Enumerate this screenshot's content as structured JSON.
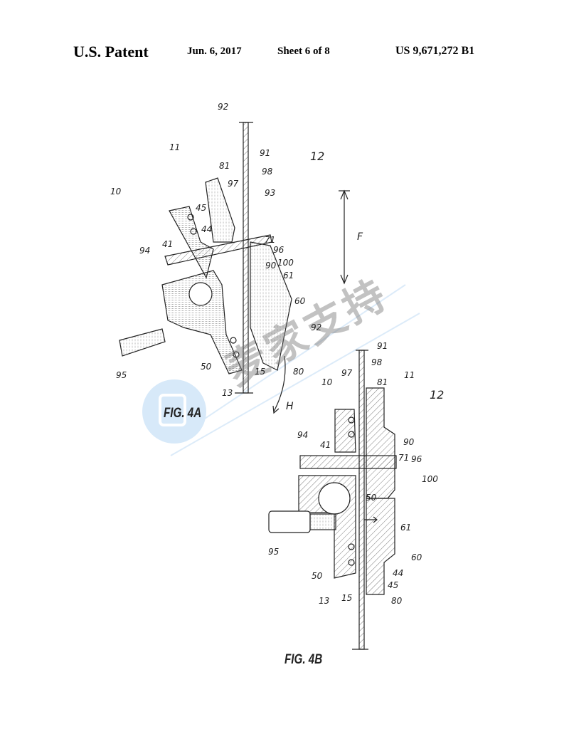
{
  "header": {
    "title": "U.S. Patent",
    "date": "Jun. 6, 2017",
    "sheet": "Sheet 6 of 8",
    "patent_number": "US 9,671,272 B1"
  },
  "fig4a": {
    "caption": "FIG. 4A",
    "labels": [
      "92",
      "11",
      "91",
      "81",
      "97",
      "98",
      "93",
      "12",
      "10",
      "45",
      "44",
      "71",
      "96",
      "100",
      "94",
      "41",
      "90",
      "61",
      "60",
      "F",
      "95",
      "50",
      "15",
      "80",
      "13",
      "H"
    ]
  },
  "fig4b": {
    "caption": "FIG. 4B",
    "labels": [
      "92",
      "91",
      "97",
      "98",
      "10",
      "81",
      "11",
      "12",
      "94",
      "41",
      "90",
      "71",
      "96",
      "100",
      "50",
      "61",
      "95",
      "60",
      "50",
      "44",
      "45",
      "13",
      "15",
      "80"
    ]
  },
  "watermark": {
    "text": "麦家支持"
  }
}
